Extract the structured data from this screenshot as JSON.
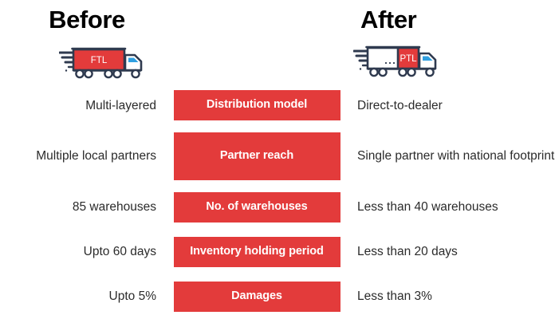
{
  "columns": {
    "before_title": "Before",
    "after_title": "After"
  },
  "icons": {
    "before_truck": {
      "name": "truck-icon-ftl",
      "label": "FTL"
    },
    "after_truck": {
      "name": "truck-icon-ptl",
      "label": "PTL"
    }
  },
  "colors": {
    "accent_red": "#e33b3b",
    "truck_outline": "#2f3a4f",
    "windshield_blue": "#2f9fe0",
    "text_dark": "#2b2b2b",
    "title_black": "#000000",
    "background": "#ffffff"
  },
  "rows": [
    {
      "metric": "Distribution model",
      "before": "Multi-layered",
      "after": "Direct-to-dealer",
      "tall": false
    },
    {
      "metric": "Partner reach",
      "before": "Multiple local partners",
      "after": "Single partner with national footprint",
      "tall": true
    },
    {
      "metric": "No. of warehouses",
      "before": "85 warehouses",
      "after": "Less than 40 warehouses",
      "tall": false
    },
    {
      "metric": "Inventory holding period",
      "before": "Upto 60 days",
      "after": "Less than 20 days",
      "tall": false
    },
    {
      "metric": "Damages",
      "before": "Upto 5%",
      "after": "Less than 3%",
      "tall": false
    }
  ]
}
